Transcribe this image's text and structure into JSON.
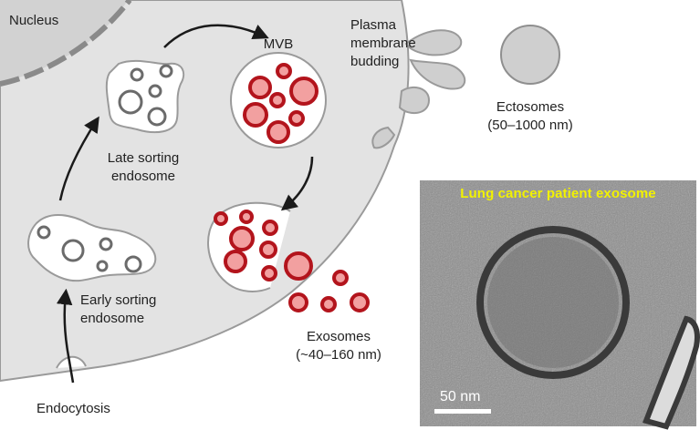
{
  "labels": {
    "nucleus": "Nucleus",
    "mvb": "MVB",
    "plasma_membrane_budding": "Plasma\nmembrane\nbudding",
    "ectosomes": "Ectosomes\n(50–1000 nm)",
    "late_sorting_endosome": "Late sorting\nendosome",
    "early_sorting_endosome": "Early sorting\nendosome",
    "exosomes": "Exosomes\n(~40–160 nm)",
    "endocytosis": "Endocytosis"
  },
  "micrograph": {
    "title": "Lung cancer patient exosome",
    "scale_bar": "50 nm"
  },
  "colors": {
    "cell": "#e3e3e3",
    "cell_edge": "#9a9a9a",
    "vesicle_outline": "#6b6b6b",
    "exosome_fill": "#f2a0a0",
    "exosome_ring": "#b3141c",
    "ectosome": "#cfcfcf",
    "micro_title": "#f2f200",
    "arrow": "#1a1a1a"
  }
}
